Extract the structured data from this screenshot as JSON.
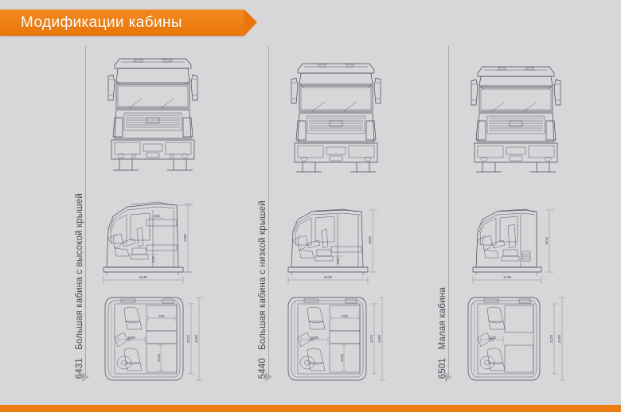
{
  "header": {
    "title": "Модификации кабины",
    "accent_color": "#ed7d12",
    "text_color": "#ffffff"
  },
  "page": {
    "background_color": "#d7d7da",
    "line_color": "#4b4650",
    "label_color": "#4a4a4f",
    "footer_accent_color": "#ed7d12"
  },
  "columns": [
    {
      "code": "6431",
      "name": "Большая кабина с высокой крышей",
      "front_view": {
        "icon": "truck-front-high-roof"
      },
      "side_view": {
        "icon": "cab-side-high-roof",
        "width_mm": "2130",
        "height_mm": "1980",
        "inner_top_mm": "300",
        "inner_bottom_mm": "515"
      },
      "plan_view": {
        "icon": "cab-plan-high-roof",
        "inner_width_mm": "1830",
        "bunk_top_mm": "600",
        "bunk_side_mm": "2225",
        "overall_inner_mm": "2225",
        "overall_outer_mm": "2440"
      }
    },
    {
      "code": "5440",
      "name": "Большая кабина с низкой крышей",
      "front_view": {
        "icon": "truck-front-low-roof"
      },
      "side_view": {
        "icon": "cab-side-low-roof",
        "width_mm": "2130",
        "height_mm": "1662",
        "inner_bottom_mm": "515"
      },
      "plan_view": {
        "icon": "cab-plan-low-roof",
        "inner_width_mm": "1830",
        "bunk_top_mm": "620",
        "bunk_side_mm": "2225",
        "overall_inner_mm": "2225",
        "overall_outer_mm": "2440"
      }
    },
    {
      "code": "6501",
      "name": "Малая кабина",
      "front_view": {
        "icon": "truck-front-day-cab"
      },
      "side_view": {
        "icon": "cab-side-day-cab",
        "width_mm": "1735",
        "height_mm": "1610"
      },
      "plan_view": {
        "icon": "cab-plan-day-cab",
        "inner_width_mm": "1430",
        "overall_inner_mm": "2225",
        "overall_outer_mm": "2440"
      }
    }
  ]
}
